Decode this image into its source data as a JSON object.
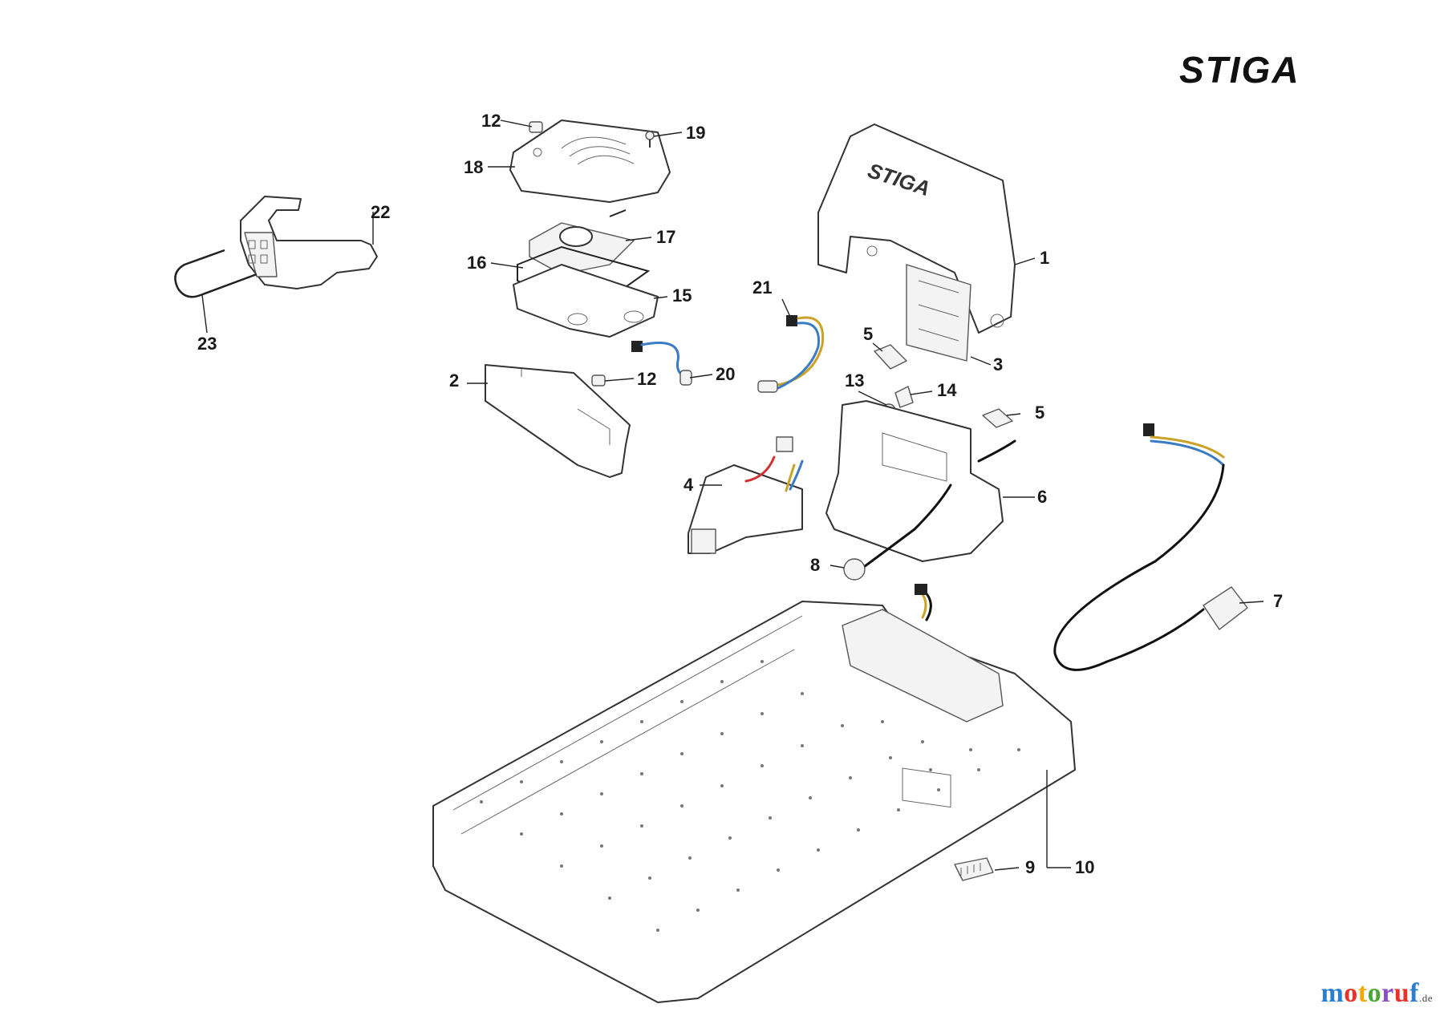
{
  "brand": {
    "logo_text": "STIGA"
  },
  "watermark": {
    "parts": [
      "m",
      "o",
      "t",
      "o",
      "r",
      "u",
      "f"
    ],
    "tld": ".de",
    "colors": [
      "#2a7fd0",
      "#e8332a",
      "#f2a900",
      "#4aa83a",
      "#8a4ec6",
      "#e8332a",
      "#2a7fd0"
    ]
  },
  "labels": {
    "p1": "1",
    "p2": "2",
    "p3": "3",
    "p4": "4",
    "p5a": "5",
    "p5b": "5",
    "p6": "6",
    "p7": "7",
    "p8": "8",
    "p9": "9",
    "p10": "10",
    "p12a": "12",
    "p12b": "12",
    "p13": "13",
    "p14": "14",
    "p15": "15",
    "p16": "16",
    "p17": "17",
    "p18": "18",
    "p19": "19",
    "p20": "20",
    "p21": "21",
    "p22": "22",
    "p23": "23"
  },
  "colors": {
    "outline": "#333333",
    "wire_blue": "#3a7cc4",
    "wire_yellow": "#c9a227",
    "wire_red": "#d32f2f",
    "wire_black": "#111111"
  }
}
